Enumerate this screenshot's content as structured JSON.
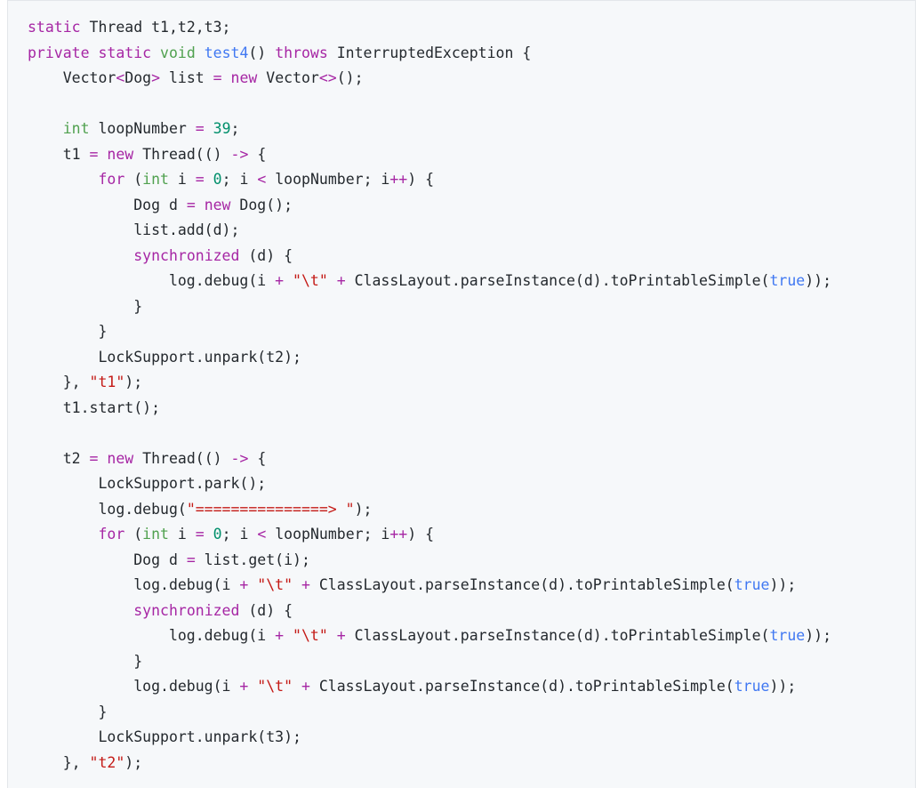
{
  "code": {
    "language": "java",
    "lines": [
      [
        {
          "t": "kw",
          "v": "static"
        },
        {
          "t": "plain",
          "v": " Thread t1,t2,t3;"
        }
      ],
      [
        {
          "t": "kw",
          "v": "private static"
        },
        {
          "t": "plain",
          "v": " "
        },
        {
          "t": "typ",
          "v": "void"
        },
        {
          "t": "plain",
          "v": " "
        },
        {
          "t": "fn",
          "v": "test4"
        },
        {
          "t": "plain",
          "v": "() "
        },
        {
          "t": "kw",
          "v": "throws"
        },
        {
          "t": "plain",
          "v": " InterruptedException {"
        }
      ],
      [
        {
          "t": "plain",
          "v": "    Vector"
        },
        {
          "t": "op",
          "v": "<"
        },
        {
          "t": "plain",
          "v": "Dog"
        },
        {
          "t": "op",
          "v": ">"
        },
        {
          "t": "plain",
          "v": " list "
        },
        {
          "t": "op",
          "v": "="
        },
        {
          "t": "plain",
          "v": " "
        },
        {
          "t": "kw",
          "v": "new"
        },
        {
          "t": "plain",
          "v": " Vector"
        },
        {
          "t": "op",
          "v": "<>"
        },
        {
          "t": "plain",
          "v": "();"
        }
      ],
      [
        {
          "t": "plain",
          "v": ""
        }
      ],
      [
        {
          "t": "plain",
          "v": "    "
        },
        {
          "t": "typ",
          "v": "int"
        },
        {
          "t": "plain",
          "v": " loopNumber "
        },
        {
          "t": "op",
          "v": "="
        },
        {
          "t": "plain",
          "v": " "
        },
        {
          "t": "num",
          "v": "39"
        },
        {
          "t": "plain",
          "v": ";"
        }
      ],
      [
        {
          "t": "plain",
          "v": "    t1 "
        },
        {
          "t": "op",
          "v": "="
        },
        {
          "t": "plain",
          "v": " "
        },
        {
          "t": "kw",
          "v": "new"
        },
        {
          "t": "plain",
          "v": " Thread(() "
        },
        {
          "t": "op",
          "v": "->"
        },
        {
          "t": "plain",
          "v": " {"
        }
      ],
      [
        {
          "t": "plain",
          "v": "        "
        },
        {
          "t": "kw",
          "v": "for"
        },
        {
          "t": "plain",
          "v": " ("
        },
        {
          "t": "typ",
          "v": "int"
        },
        {
          "t": "plain",
          "v": " i "
        },
        {
          "t": "op",
          "v": "="
        },
        {
          "t": "plain",
          "v": " "
        },
        {
          "t": "num",
          "v": "0"
        },
        {
          "t": "plain",
          "v": "; i "
        },
        {
          "t": "op",
          "v": "<"
        },
        {
          "t": "plain",
          "v": " loopNumber; i"
        },
        {
          "t": "op",
          "v": "++"
        },
        {
          "t": "plain",
          "v": ") {"
        }
      ],
      [
        {
          "t": "plain",
          "v": "            Dog d "
        },
        {
          "t": "op",
          "v": "="
        },
        {
          "t": "plain",
          "v": " "
        },
        {
          "t": "kw",
          "v": "new"
        },
        {
          "t": "plain",
          "v": " Dog();"
        }
      ],
      [
        {
          "t": "plain",
          "v": "            list.add(d);"
        }
      ],
      [
        {
          "t": "plain",
          "v": "            "
        },
        {
          "t": "kw",
          "v": "synchronized"
        },
        {
          "t": "plain",
          "v": " (d) {"
        }
      ],
      [
        {
          "t": "plain",
          "v": "                log.debug(i "
        },
        {
          "t": "op",
          "v": "+"
        },
        {
          "t": "plain",
          "v": " "
        },
        {
          "t": "str",
          "v": "\"\\t\""
        },
        {
          "t": "plain",
          "v": " "
        },
        {
          "t": "op",
          "v": "+"
        },
        {
          "t": "plain",
          "v": " ClassLayout.parseInstance(d).toPrintableSimple("
        },
        {
          "t": "kw-blue",
          "v": "true"
        },
        {
          "t": "plain",
          "v": "));"
        }
      ],
      [
        {
          "t": "plain",
          "v": "            }"
        }
      ],
      [
        {
          "t": "plain",
          "v": "        }"
        }
      ],
      [
        {
          "t": "plain",
          "v": "        LockSupport.unpark(t2);"
        }
      ],
      [
        {
          "t": "plain",
          "v": "    }, "
        },
        {
          "t": "str",
          "v": "\"t1\""
        },
        {
          "t": "plain",
          "v": ");"
        }
      ],
      [
        {
          "t": "plain",
          "v": "    t1.start();"
        }
      ],
      [
        {
          "t": "plain",
          "v": ""
        }
      ],
      [
        {
          "t": "plain",
          "v": "    t2 "
        },
        {
          "t": "op",
          "v": "="
        },
        {
          "t": "plain",
          "v": " "
        },
        {
          "t": "kw",
          "v": "new"
        },
        {
          "t": "plain",
          "v": " Thread(() "
        },
        {
          "t": "op",
          "v": "->"
        },
        {
          "t": "plain",
          "v": " {"
        }
      ],
      [
        {
          "t": "plain",
          "v": "        LockSupport.park();"
        }
      ],
      [
        {
          "t": "plain",
          "v": "        log.debug("
        },
        {
          "t": "str",
          "v": "\"===============> \""
        },
        {
          "t": "plain",
          "v": ");"
        }
      ],
      [
        {
          "t": "plain",
          "v": "        "
        },
        {
          "t": "kw",
          "v": "for"
        },
        {
          "t": "plain",
          "v": " ("
        },
        {
          "t": "typ",
          "v": "int"
        },
        {
          "t": "plain",
          "v": " i "
        },
        {
          "t": "op",
          "v": "="
        },
        {
          "t": "plain",
          "v": " "
        },
        {
          "t": "num",
          "v": "0"
        },
        {
          "t": "plain",
          "v": "; i "
        },
        {
          "t": "op",
          "v": "<"
        },
        {
          "t": "plain",
          "v": " loopNumber; i"
        },
        {
          "t": "op",
          "v": "++"
        },
        {
          "t": "plain",
          "v": ") {"
        }
      ],
      [
        {
          "t": "plain",
          "v": "            Dog d "
        },
        {
          "t": "op",
          "v": "="
        },
        {
          "t": "plain",
          "v": " list.get(i);"
        }
      ],
      [
        {
          "t": "plain",
          "v": "            log.debug(i "
        },
        {
          "t": "op",
          "v": "+"
        },
        {
          "t": "plain",
          "v": " "
        },
        {
          "t": "str",
          "v": "\"\\t\""
        },
        {
          "t": "plain",
          "v": " "
        },
        {
          "t": "op",
          "v": "+"
        },
        {
          "t": "plain",
          "v": " ClassLayout.parseInstance(d).toPrintableSimple("
        },
        {
          "t": "kw-blue",
          "v": "true"
        },
        {
          "t": "plain",
          "v": "));"
        }
      ],
      [
        {
          "t": "plain",
          "v": "            "
        },
        {
          "t": "kw",
          "v": "synchronized"
        },
        {
          "t": "plain",
          "v": " (d) {"
        }
      ],
      [
        {
          "t": "plain",
          "v": "                log.debug(i "
        },
        {
          "t": "op",
          "v": "+"
        },
        {
          "t": "plain",
          "v": " "
        },
        {
          "t": "str",
          "v": "\"\\t\""
        },
        {
          "t": "plain",
          "v": " "
        },
        {
          "t": "op",
          "v": "+"
        },
        {
          "t": "plain",
          "v": " ClassLayout.parseInstance(d).toPrintableSimple("
        },
        {
          "t": "kw-blue",
          "v": "true"
        },
        {
          "t": "plain",
          "v": "));"
        }
      ],
      [
        {
          "t": "plain",
          "v": "            }"
        }
      ],
      [
        {
          "t": "plain",
          "v": "            log.debug(i "
        },
        {
          "t": "op",
          "v": "+"
        },
        {
          "t": "plain",
          "v": " "
        },
        {
          "t": "str",
          "v": "\"\\t\""
        },
        {
          "t": "plain",
          "v": " "
        },
        {
          "t": "op",
          "v": "+"
        },
        {
          "t": "plain",
          "v": " ClassLayout.parseInstance(d).toPrintableSimple("
        },
        {
          "t": "kw-blue",
          "v": "true"
        },
        {
          "t": "plain",
          "v": "));"
        }
      ],
      [
        {
          "t": "plain",
          "v": "        }"
        }
      ],
      [
        {
          "t": "plain",
          "v": "        LockSupport.unpark(t3);"
        }
      ],
      [
        {
          "t": "plain",
          "v": "    }, "
        },
        {
          "t": "str",
          "v": "\"t2\""
        },
        {
          "t": "plain",
          "v": ");"
        }
      ]
    ]
  },
  "colors": {
    "background": "#f6f8fa",
    "keyword": "#a626a4",
    "boolean": "#4078f2",
    "string": "#c41a16",
    "number": "#008f6b",
    "type": "#50a14f",
    "function": "#4078f2",
    "text": "#24292e"
  }
}
